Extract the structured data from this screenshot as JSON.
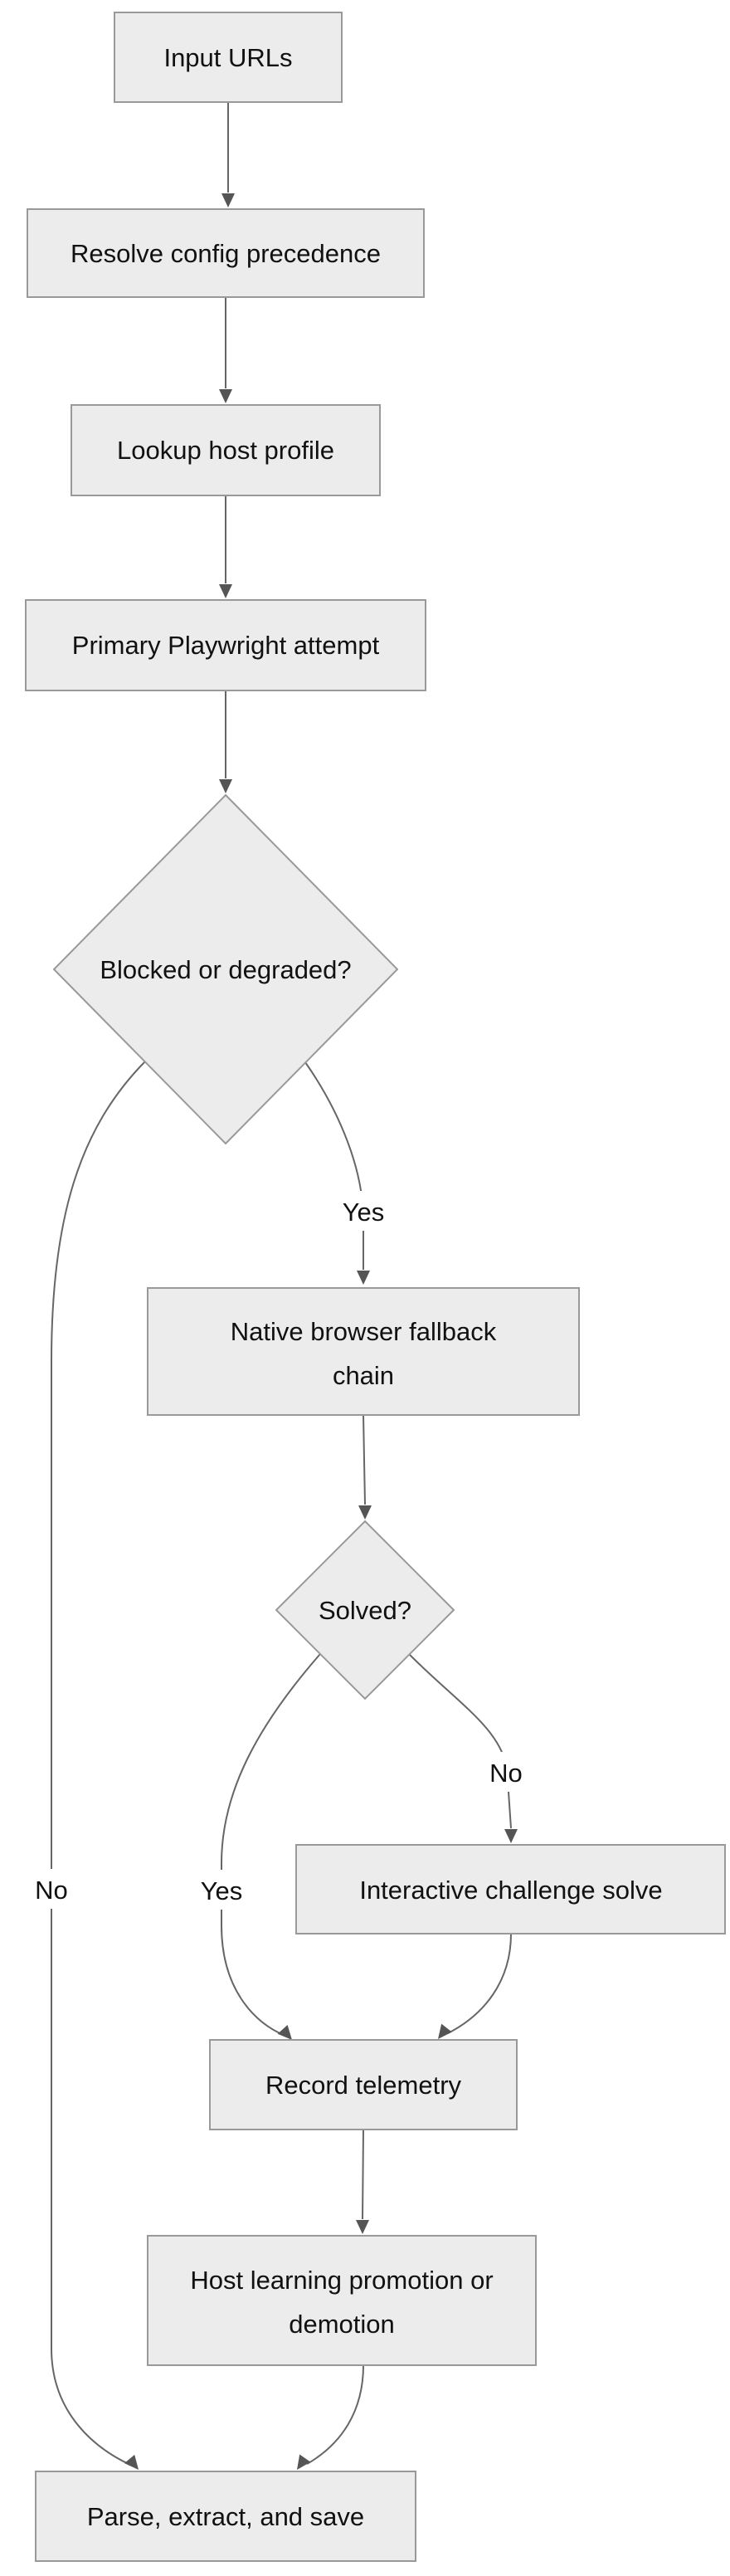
{
  "diagram": {
    "type": "flowchart",
    "direction": "top-down",
    "colors": {
      "background": "#ffffff",
      "node_fill": "#ececec",
      "node_border": "#999999",
      "edge_stroke": "#666666",
      "arrowhead_fill": "#555555",
      "text": "#111111"
    },
    "nodes": {
      "input_urls": {
        "shape": "rect",
        "label": "Input URLs"
      },
      "resolve_config": {
        "shape": "rect",
        "label": "Resolve config precedence"
      },
      "lookup_host": {
        "shape": "rect",
        "label": "Lookup host profile"
      },
      "primary_attempt": {
        "shape": "rect",
        "label": "Primary Playwright attempt"
      },
      "blocked_degraded": {
        "shape": "diamond",
        "label": "Blocked or degraded?"
      },
      "native_fallback": {
        "shape": "rect",
        "line1": "Native browser fallback",
        "line2": "chain"
      },
      "solved": {
        "shape": "diamond",
        "label": "Solved?"
      },
      "interactive_solve": {
        "shape": "rect",
        "label": "Interactive challenge solve"
      },
      "record_telemetry": {
        "shape": "rect",
        "label": "Record telemetry"
      },
      "host_learning": {
        "shape": "rect",
        "line1": "Host learning promotion or",
        "line2": "demotion"
      },
      "parse_save": {
        "shape": "rect",
        "label": "Parse, extract, and save"
      }
    },
    "edges": [
      {
        "from": "Input URLs",
        "to": "Resolve config precedence",
        "label": ""
      },
      {
        "from": "Resolve config precedence",
        "to": "Lookup host profile",
        "label": ""
      },
      {
        "from": "Lookup host profile",
        "to": "Primary Playwright attempt",
        "label": ""
      },
      {
        "from": "Primary Playwright attempt",
        "to": "Blocked or degraded?",
        "label": ""
      },
      {
        "from": "Blocked or degraded?",
        "to": "Native browser fallback chain",
        "label": "Yes"
      },
      {
        "from": "Blocked or degraded?",
        "to": "Parse, extract, and save",
        "label": "No"
      },
      {
        "from": "Native browser fallback chain",
        "to": "Solved?",
        "label": ""
      },
      {
        "from": "Solved?",
        "to": "Record telemetry",
        "label": "Yes"
      },
      {
        "from": "Solved?",
        "to": "Interactive challenge solve",
        "label": "No"
      },
      {
        "from": "Interactive challenge solve",
        "to": "Record telemetry",
        "label": ""
      },
      {
        "from": "Record telemetry",
        "to": "Host learning promotion or demotion",
        "label": ""
      },
      {
        "from": "Host learning promotion or demotion",
        "to": "Parse, extract, and save",
        "label": ""
      }
    ]
  }
}
